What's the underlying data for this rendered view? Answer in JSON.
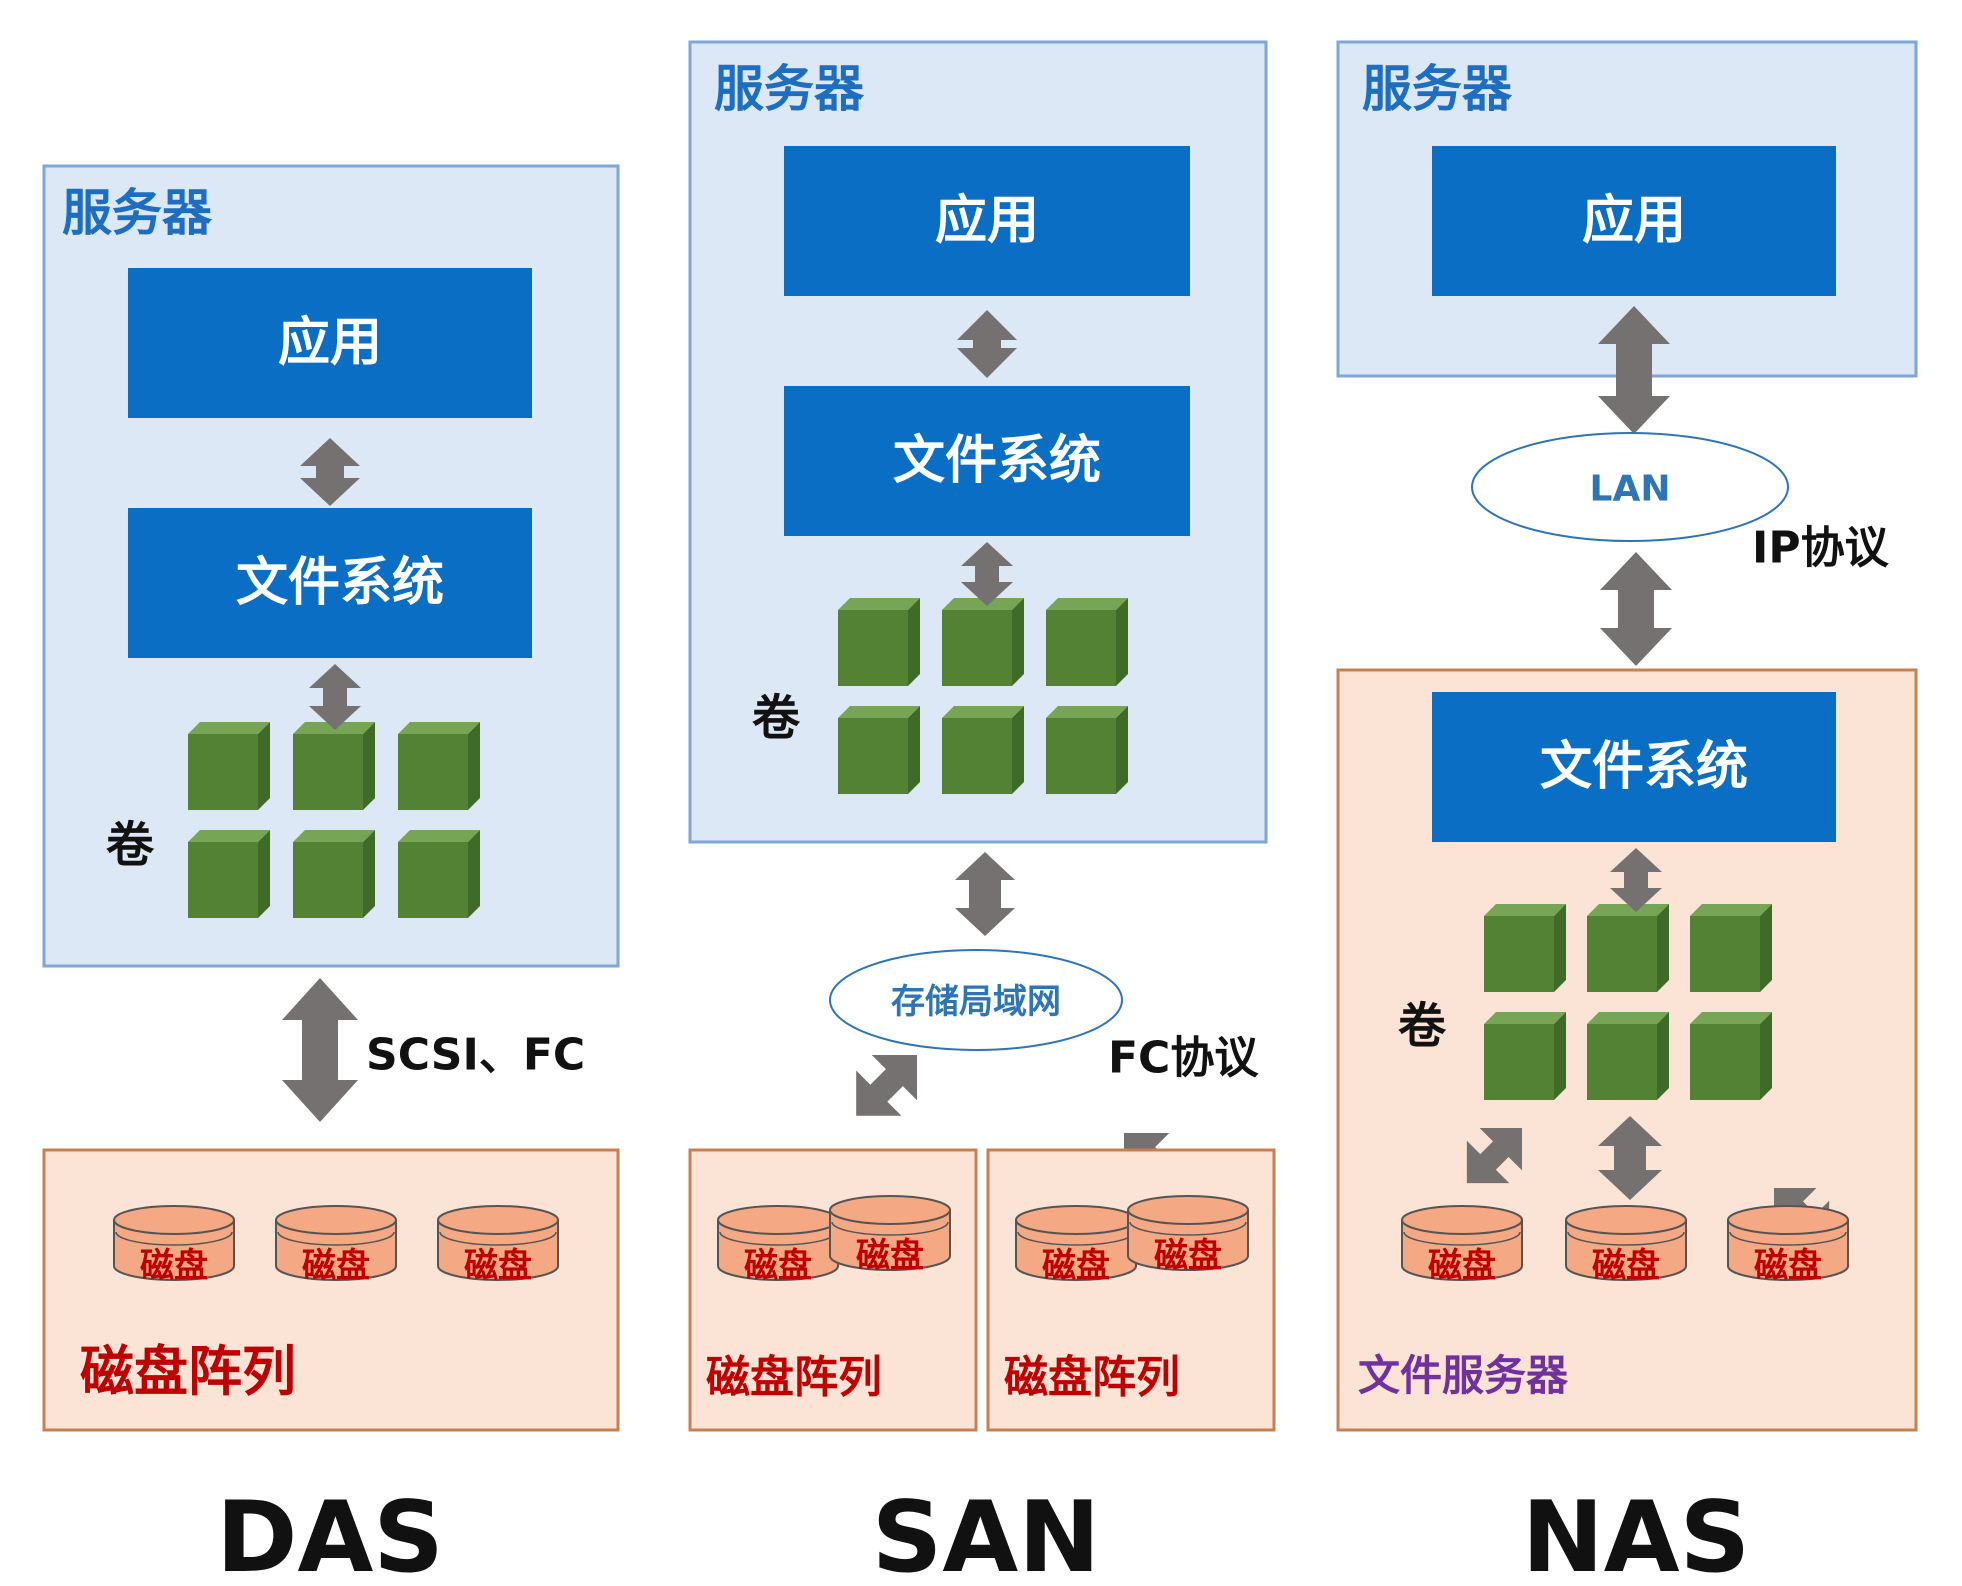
{
  "das": {
    "server": "服务器",
    "app": "应用",
    "fs": "文件系统",
    "volume": "卷",
    "link": "SCSI、FC",
    "array": "磁盘阵列",
    "disks": [
      "磁盘",
      "磁盘",
      "磁盘"
    ],
    "caption": "DAS"
  },
  "san": {
    "server": "服务器",
    "app": "应用",
    "fs": "文件系统",
    "volume": "卷",
    "network": "存储局域网",
    "protocol": "FC协议",
    "arrays": [
      {
        "label": "磁盘阵列",
        "disks": [
          "磁盘",
          "磁盘"
        ]
      },
      {
        "label": "磁盘阵列",
        "disks": [
          "磁盘",
          "磁盘"
        ]
      }
    ],
    "caption": "SAN"
  },
  "nas": {
    "server": "服务器",
    "app": "应用",
    "network": "LAN",
    "protocol": "IP协议",
    "fs": "文件系统",
    "volume": "卷",
    "disks": [
      "磁盘",
      "磁盘",
      "磁盘"
    ],
    "file_server": "文件服务器",
    "caption": "NAS"
  },
  "colors": {
    "server_fill": "#dde8f6",
    "server_stroke": "#7ea6d6",
    "box_fill": "#0a6ec4",
    "array_fill": "#fbe3d6",
    "array_stroke": "#c8804e",
    "cube_front": "#548235",
    "cube_top": "#76a556",
    "cube_side": "#3f6a27",
    "disk_fill": "#f4a883",
    "disk_label": "#c00000",
    "arrow": "#767171",
    "server_label": "#1d6ec0",
    "file_server_label": "#7030a0",
    "network_label": "#2e75b6"
  }
}
